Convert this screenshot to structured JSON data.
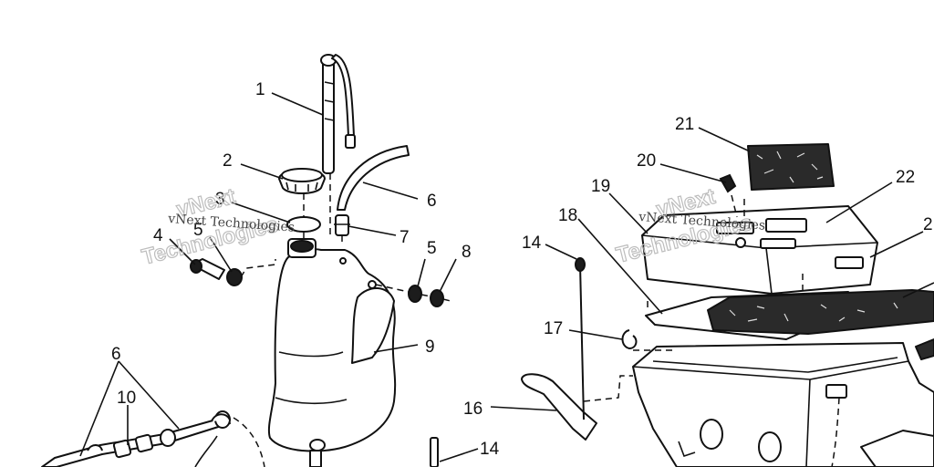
{
  "callouts": {
    "c1": "1",
    "c2": "2",
    "c3": "3",
    "c4": "4",
    "c5a": "5",
    "c5b": "5",
    "c6a": "6",
    "c6b": "6",
    "c7": "7",
    "c8": "8",
    "c9": "9",
    "c10": "10",
    "c14a": "14",
    "c14b": "14",
    "c16": "16",
    "c17": "17",
    "c18": "18",
    "c19": "19",
    "c20": "20",
    "c21": "21",
    "c22": "22",
    "c23": "2"
  },
  "watermarks": {
    "left_text": "vNext Technologies",
    "left_outline_1": "vNext",
    "left_outline_2": "Technologies",
    "right_text": "vNext Technologies",
    "right_outline_1": "vNext",
    "right_outline_2": "Technologies"
  }
}
